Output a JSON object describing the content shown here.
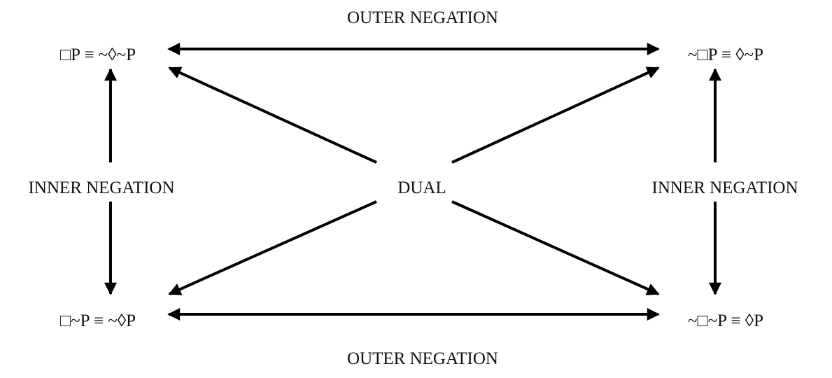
{
  "nodes": {
    "top_left": "□P ≡ ~◊~P",
    "top_right": "~□P ≡ ◊~P",
    "bottom_left": "□~P ≡ ~◊P",
    "bottom_right": "~□~P ≡ ◊P"
  },
  "relations": {
    "outer_top": "OUTER NEGATION",
    "outer_bottom": "OUTER NEGATION",
    "inner_left": "INNER NEGATION",
    "inner_right": "INNER NEGATION",
    "dual": "DUAL"
  },
  "colors": {
    "ink": "#000000",
    "background": "#ffffff"
  }
}
